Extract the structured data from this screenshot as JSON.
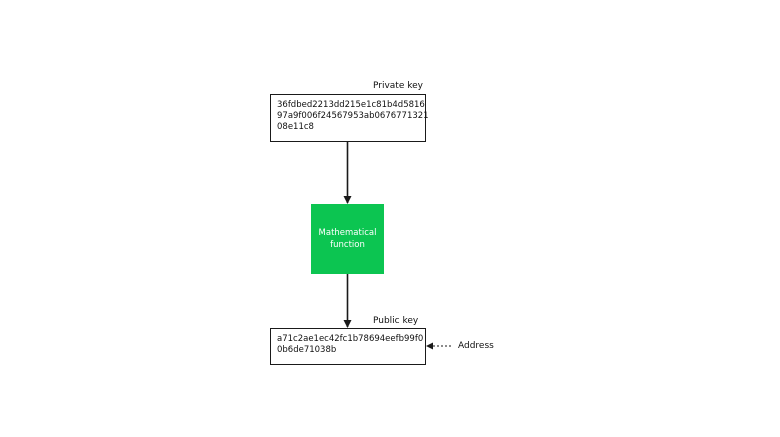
{
  "private_key": {
    "label": "Private key",
    "value_lines": [
      "36fdbed2213dd215e1c81b4d5816",
      "97a9f006f24567953ab0676771321",
      "08e11c8"
    ]
  },
  "function_node": {
    "lines": [
      "Mathematical",
      "function"
    ],
    "color": "#0cc551"
  },
  "public_key": {
    "label": "Public key",
    "value_lines": [
      "a71c2ae1ec42fc1b78694eefb99f0",
      "0b6de71038b"
    ]
  },
  "address": {
    "label": "Address"
  },
  "colors": {
    "stroke": "#1a1a1a",
    "text": "#111111"
  }
}
